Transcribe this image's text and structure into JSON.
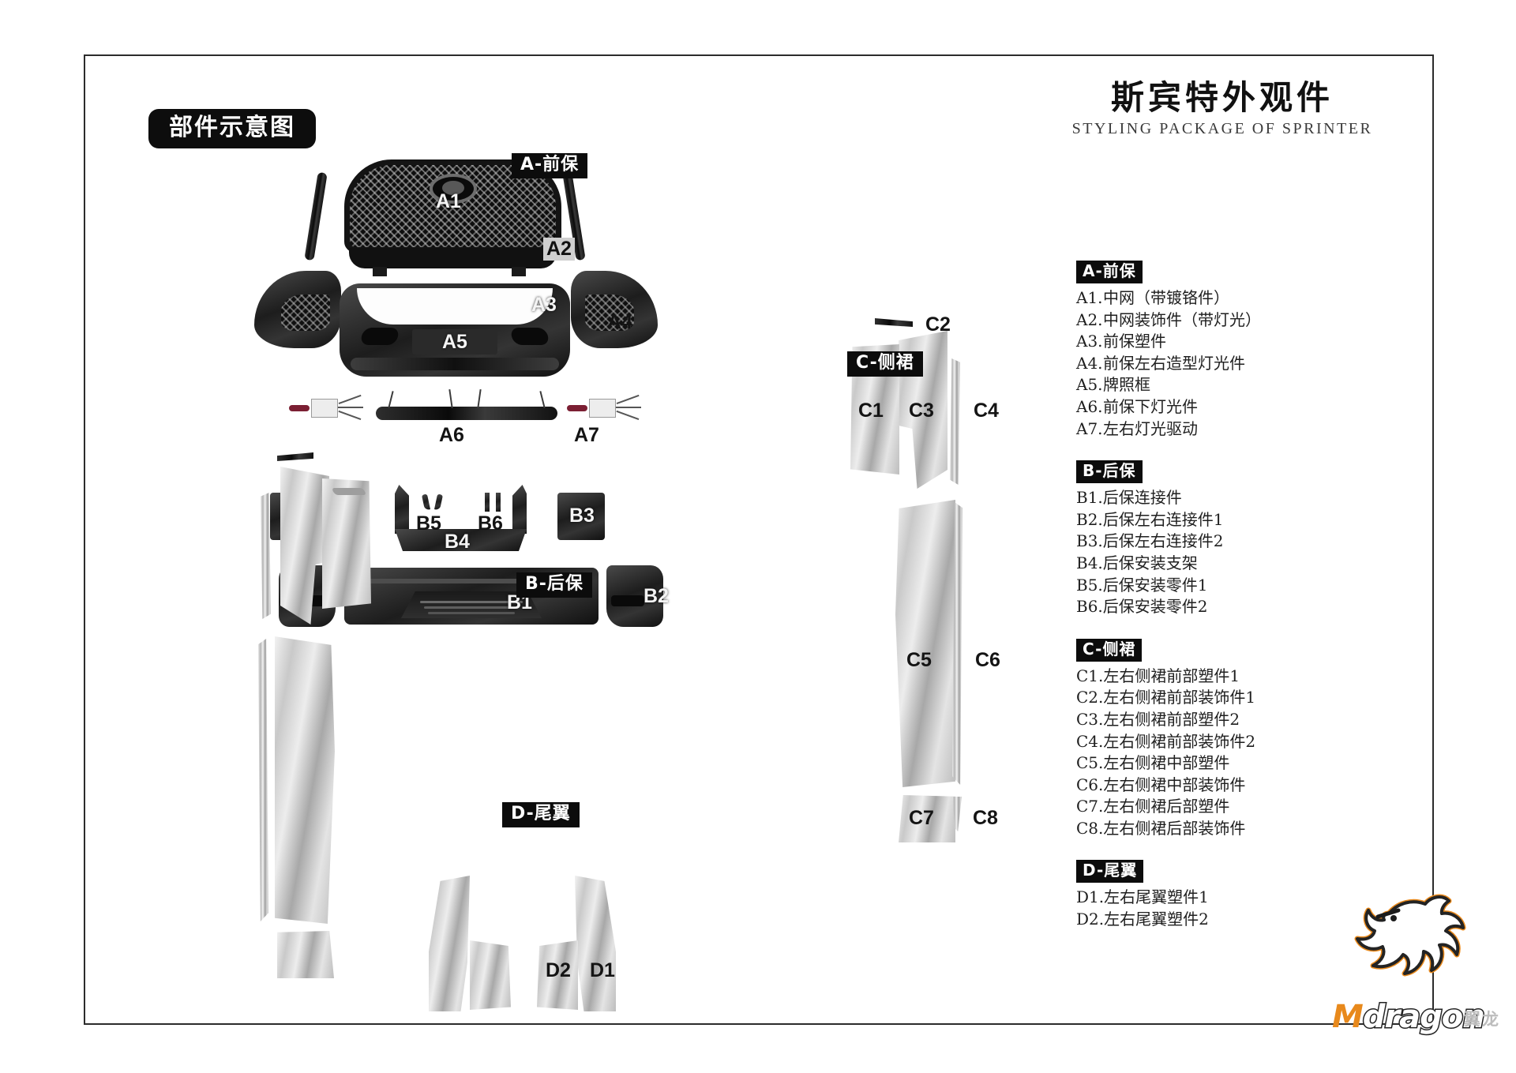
{
  "badge": {
    "label": "部件示意图"
  },
  "heading": {
    "title_cn": "斯宾特外观件",
    "title_en": "STYLING PACKAGE OF SPRINTER"
  },
  "section_tags": {
    "a": "A-前保",
    "b": "B-后保",
    "c": "C-侧裙",
    "d": "D-尾翼"
  },
  "legend": {
    "groups": [
      {
        "head": "A-前保",
        "items": [
          {
            "code": "A1.",
            "text": "中网（带镀铬件）"
          },
          {
            "code": "A2.",
            "text": "中网装饰件（带灯光）"
          },
          {
            "code": "A3.",
            "text": "前保塑件"
          },
          {
            "code": "A4.",
            "text": "前保左右造型灯光件"
          },
          {
            "code": "A5.",
            "text": "牌照框"
          },
          {
            "code": "A6.",
            "text": "前保下灯光件"
          },
          {
            "code": "A7.",
            "text": "左右灯光驱动"
          }
        ]
      },
      {
        "head": "B-后保",
        "items": [
          {
            "code": "B1.",
            "text": "后保连接件"
          },
          {
            "code": "B2.",
            "text": "后保左右连接件1"
          },
          {
            "code": "B3.",
            "text": "后保左右连接件2"
          },
          {
            "code": "B4.",
            "text": "后保安装支架"
          },
          {
            "code": "B5.",
            "text": "后保安装零件1"
          },
          {
            "code": "B6.",
            "text": "后保安装零件2"
          }
        ]
      },
      {
        "head": "C-侧裙",
        "items": [
          {
            "code": "C1.",
            "text": "左右侧裙前部塑件1"
          },
          {
            "code": "C2.",
            "text": "左右侧裙前部装饰件1"
          },
          {
            "code": "C3.",
            "text": "左右侧裙前部塑件2"
          },
          {
            "code": "C4.",
            "text": "左右侧裙前部装饰件2"
          },
          {
            "code": "C5.",
            "text": "左右侧裙中部塑件"
          },
          {
            "code": "C6.",
            "text": "左右侧裙中部装饰件"
          },
          {
            "code": "C7.",
            "text": "左右侧裙后部塑件"
          },
          {
            "code": "C8.",
            "text": "左右侧裙后部装饰件"
          }
        ]
      },
      {
        "head": "D-尾翼",
        "items": [
          {
            "code": "D1.",
            "text": "左右尾翼塑件1"
          },
          {
            "code": "D2.",
            "text": "左右尾翼塑件2"
          }
        ]
      }
    ]
  },
  "callouts": {
    "a1": "A1",
    "a2": "A2",
    "a3": "A3",
    "a4": "A4",
    "a5": "A5",
    "a6": "A6",
    "a7": "A7",
    "b1": "B1",
    "b2": "B2",
    "b3": "B3",
    "b4": "B4",
    "b5": "B5",
    "b6": "B6",
    "c1": "C1",
    "c2": "C2",
    "c3": "C3",
    "c4": "C4",
    "c5": "C5",
    "c6": "C6",
    "c7": "C7",
    "c8": "C8",
    "d1": "D1",
    "d2": "D2"
  },
  "logo": {
    "m": "M",
    "word": "dragon",
    "cn": "翼龙"
  },
  "colors": {
    "accent": "#e8891c",
    "ink": "#0c0c0c",
    "paper": "#ffffff"
  }
}
